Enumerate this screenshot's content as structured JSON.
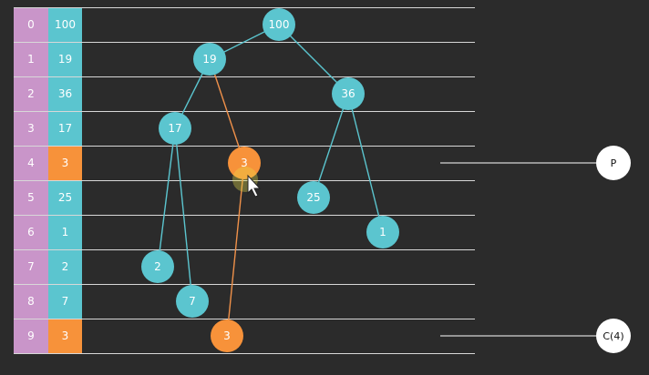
{
  "array": {
    "indices": [
      "0",
      "1",
      "2",
      "3",
      "4",
      "5",
      "6",
      "7",
      "8",
      "9"
    ],
    "values": [
      "100",
      "19",
      "36",
      "17",
      "3",
      "25",
      "1",
      "2",
      "7",
      "3"
    ],
    "highlighted_rows": [
      4,
      9
    ]
  },
  "tree": {
    "nodes": [
      {
        "id": "n0",
        "label": "100",
        "row": 0,
        "state": "normal"
      },
      {
        "id": "n1",
        "label": "19",
        "row": 1,
        "state": "normal"
      },
      {
        "id": "n2",
        "label": "36",
        "row": 2,
        "state": "normal"
      },
      {
        "id": "n3",
        "label": "17",
        "row": 3,
        "state": "normal"
      },
      {
        "id": "n4",
        "label": "3",
        "row": 4,
        "state": "active"
      },
      {
        "id": "n5",
        "label": "25",
        "row": 5,
        "state": "normal"
      },
      {
        "id": "n6",
        "label": "1",
        "row": 6,
        "state": "normal"
      },
      {
        "id": "n7",
        "label": "2",
        "row": 7,
        "state": "normal"
      },
      {
        "id": "n8",
        "label": "7",
        "row": 8,
        "state": "normal"
      },
      {
        "id": "n9",
        "label": "3",
        "row": 9,
        "state": "active"
      }
    ],
    "edges": [
      {
        "from": "n0",
        "to": "n1",
        "state": "normal"
      },
      {
        "from": "n0",
        "to": "n2",
        "state": "normal"
      },
      {
        "from": "n1",
        "to": "n3",
        "state": "normal"
      },
      {
        "from": "n1",
        "to": "n4",
        "state": "active"
      },
      {
        "from": "n2",
        "to": "n5",
        "state": "normal"
      },
      {
        "from": "n2",
        "to": "n6",
        "state": "normal"
      },
      {
        "from": "n3",
        "to": "n7",
        "state": "normal"
      },
      {
        "from": "n3",
        "to": "n8",
        "state": "normal"
      },
      {
        "from": "n4",
        "to": "n9",
        "state": "active"
      }
    ]
  },
  "pointers": [
    {
      "id": "parent-pointer",
      "label": "P",
      "row": 4
    },
    {
      "id": "child-pointer",
      "label": "C(4)",
      "row": 9
    }
  ],
  "colors": {
    "index_column": "#c995c9",
    "value_column": "#5bc5cf",
    "highlight": "#f7923a",
    "node": "#5bc5cf",
    "edge": "#5bc5cf",
    "active_edge": "#f0914a",
    "background": "#2b2b2b",
    "pointer_circle": "#ffffff"
  }
}
